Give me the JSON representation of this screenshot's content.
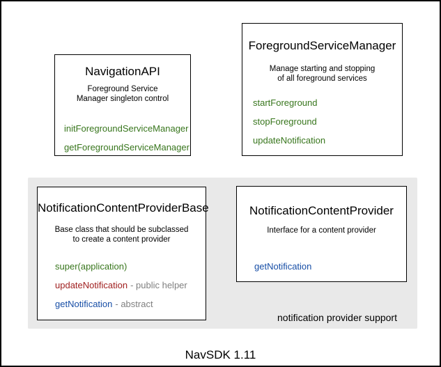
{
  "colors": {
    "method_green": "#38761d",
    "method_red": "#a02020",
    "method_blue": "#174ea6",
    "annotation_gray": "#7f7f7f",
    "panel_background": "#e9e9e9"
  },
  "boxes": {
    "navigation_api": {
      "title": "NavigationAPI",
      "description_lines": [
        "Foreground Service",
        "Manager singleton control"
      ],
      "methods": [
        {
          "name": "initForegroundServiceManager",
          "color": "method_green",
          "annotation": ""
        },
        {
          "name": "getForegroundServiceManager",
          "color": "method_green",
          "annotation": ""
        }
      ]
    },
    "foreground_service_manager": {
      "title": "ForegroundServiceManager",
      "description_lines": [
        "Manage starting and stopping",
        "of all foreground services"
      ],
      "methods": [
        {
          "name": "startForeground",
          "color": "method_green",
          "annotation": ""
        },
        {
          "name": "stopForeground",
          "color": "method_green",
          "annotation": ""
        },
        {
          "name": "updateNotification",
          "color": "method_green",
          "annotation": ""
        }
      ]
    },
    "notification_content_provider_base": {
      "title": "NotificationContentProviderBase",
      "description_lines": [
        "Base class that should be subclassed",
        "to create a content provider"
      ],
      "methods": [
        {
          "name": "super(application)",
          "color": "method_green",
          "annotation": ""
        },
        {
          "name": "updateNotification",
          "color": "method_red",
          "annotation": "- public helper"
        },
        {
          "name": "getNotification",
          "color": "method_blue",
          "annotation": "- abstract"
        }
      ]
    },
    "notification_content_provider": {
      "title": "NotificationContentProvider",
      "description_lines": [
        "Interface for a content provider"
      ],
      "methods": [
        {
          "name": "getNotification",
          "color": "method_blue",
          "annotation": ""
        }
      ]
    }
  },
  "panel": {
    "label": "notification provider support"
  },
  "footer": {
    "label": "NavSDK 1.11"
  }
}
